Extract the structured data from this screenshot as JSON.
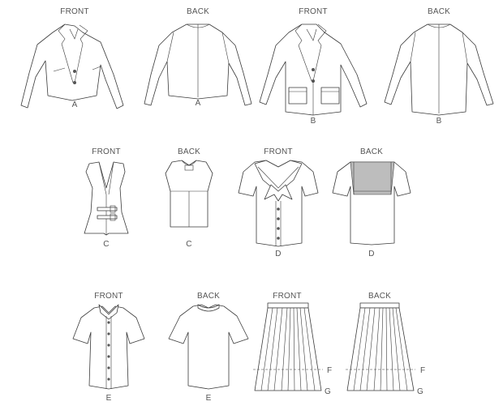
{
  "views": [
    {
      "id": "a-front",
      "heading": "FRONT",
      "letter": "A"
    },
    {
      "id": "a-back",
      "heading": "BACK",
      "letter": "A"
    },
    {
      "id": "b-front",
      "heading": "FRONT",
      "letter": "B"
    },
    {
      "id": "b-back",
      "heading": "BACK",
      "letter": "B"
    },
    {
      "id": "c-front",
      "heading": "FRONT",
      "letter": "C"
    },
    {
      "id": "c-back",
      "heading": "BACK",
      "letter": "C"
    },
    {
      "id": "d-front",
      "heading": "FRONT",
      "letter": "D"
    },
    {
      "id": "d-back",
      "heading": "BACK",
      "letter": "D"
    },
    {
      "id": "e-front",
      "heading": "FRONT",
      "letter": "E"
    },
    {
      "id": "e-back",
      "heading": "BACK",
      "letter": "E"
    },
    {
      "id": "fg-front",
      "heading": "FRONT",
      "length_marks": [
        "F",
        "G"
      ]
    },
    {
      "id": "fg-back",
      "heading": "BACK",
      "length_marks": [
        "F",
        "G"
      ]
    }
  ],
  "colors": {
    "line": "#3a3a3a",
    "text": "#555555",
    "fill": "#ffffff",
    "collar_back": "#bdbdbd"
  }
}
